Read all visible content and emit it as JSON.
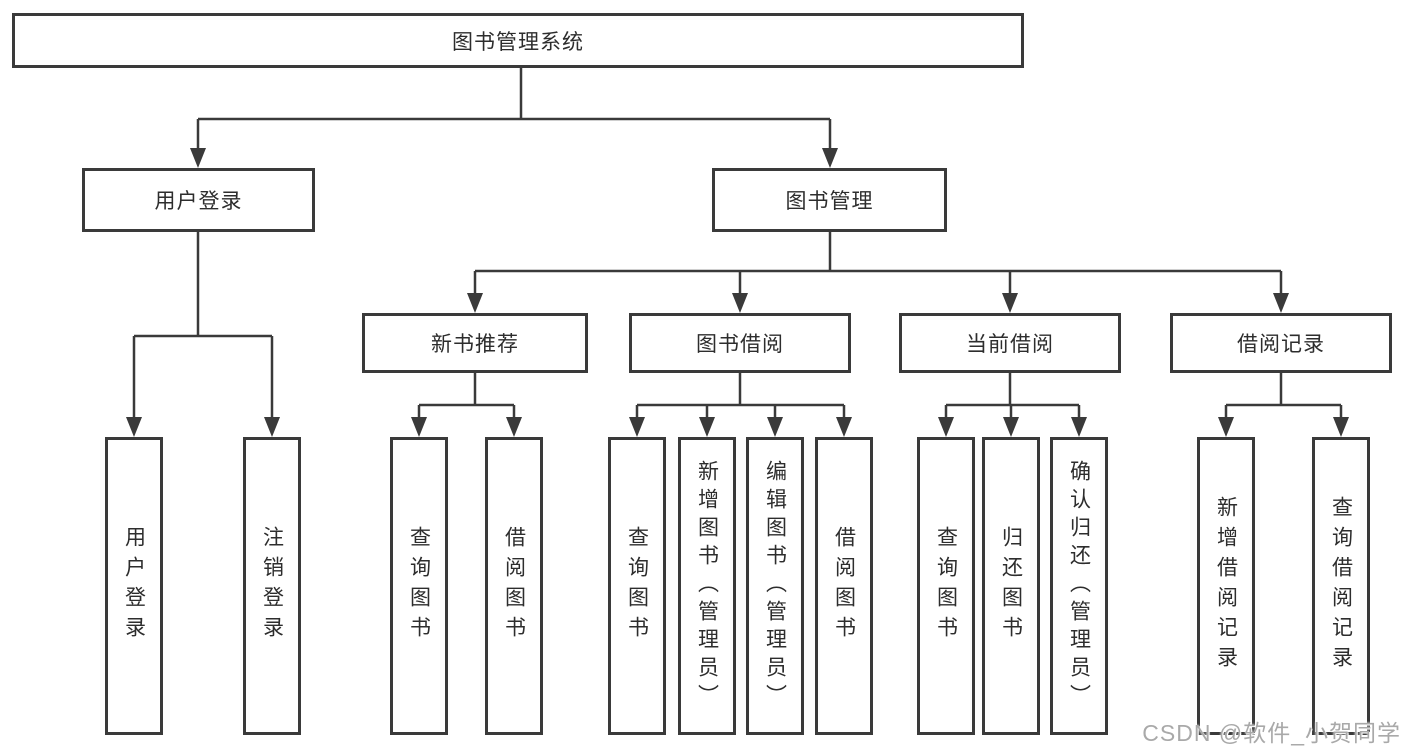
{
  "tree": {
    "label": "图书管理系统",
    "children": [
      {
        "label": "用户登录",
        "children": [
          {
            "label": "用户登录"
          },
          {
            "label": "注销登录"
          }
        ]
      },
      {
        "label": "图书管理",
        "children": [
          {
            "label": "新书推荐",
            "children": [
              {
                "label": "查询图书"
              },
              {
                "label": "借阅图书"
              }
            ]
          },
          {
            "label": "图书借阅",
            "children": [
              {
                "label": "查询图书"
              },
              {
                "label": "新增图书（管理员）"
              },
              {
                "label": "编辑图书（管理员）"
              },
              {
                "label": "借阅图书"
              }
            ]
          },
          {
            "label": "当前借阅",
            "children": [
              {
                "label": "查询图书"
              },
              {
                "label": "归还图书"
              },
              {
                "label": "确认归还（管理员）"
              }
            ]
          },
          {
            "label": "借阅记录",
            "children": [
              {
                "label": "新增借阅记录"
              },
              {
                "label": "查询借阅记录"
              }
            ]
          }
        ]
      }
    ]
  },
  "watermark": {
    "text": "CSDN @软件_小贺同学"
  },
  "colors": {
    "line": "#3a3a3a",
    "text": "#2d2d2d",
    "box_fill": "#ffffff",
    "watermark": "#a9a9a9",
    "background": "#ffffff"
  }
}
